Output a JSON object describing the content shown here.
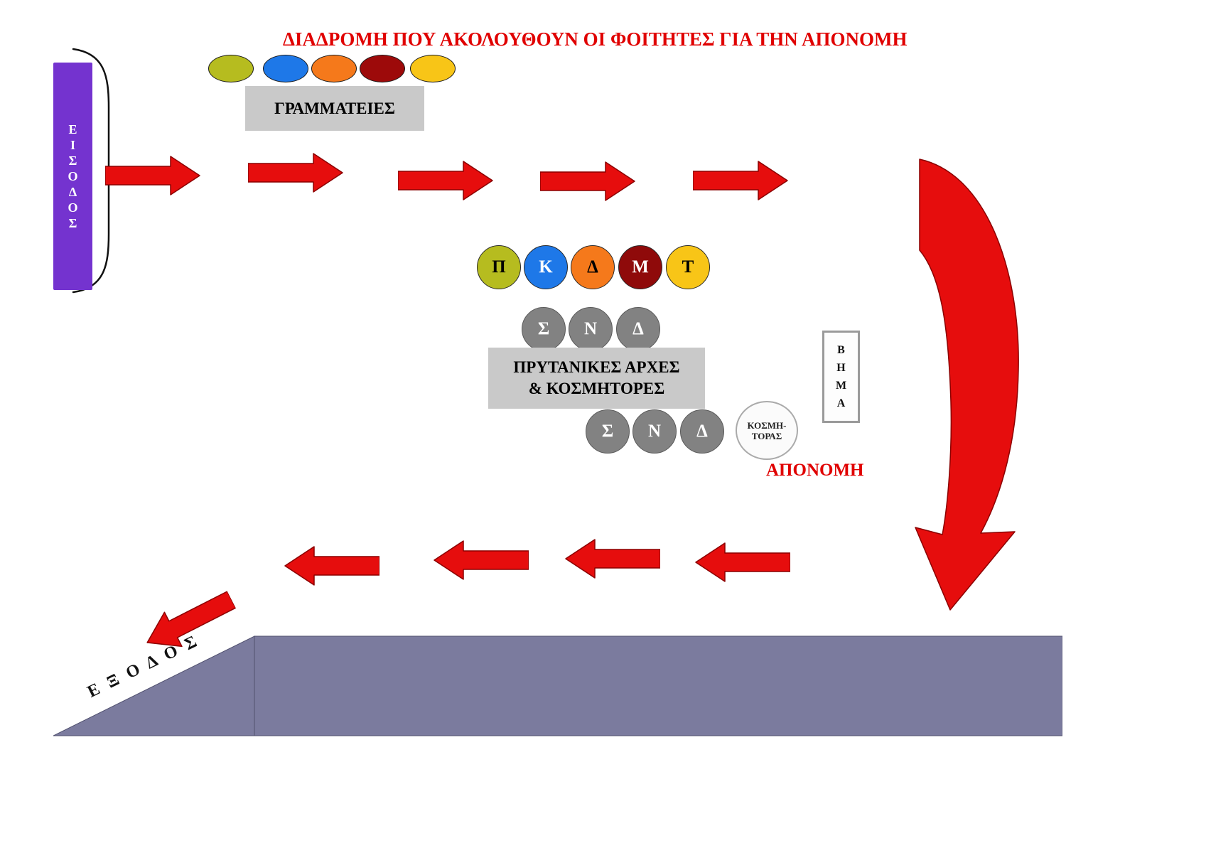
{
  "title": {
    "text": "ΔΙΑΔΡΟΜΗ ΠΟΥ ΑΚΟΛΟΥΘΟΥΝ ΟΙ ΦΟΙΤΗΤΕΣ ΓΙΑ ΤΗΝ ΑΠΟΝΟΜΗ"
  },
  "colors": {
    "arrow": "#e60d0d",
    "title": "#e00000",
    "entrance": "#7433cf",
    "stage": "#7b7b9e",
    "box": "#c9c9c9",
    "seat": "#828282",
    "olive": "#b6bc1f",
    "blue": "#1e78e8",
    "orange": "#f5791b",
    "darkred": "#9d0a0a",
    "yellow": "#f8c517"
  },
  "entrance": {
    "word": "ΕΙΣΟΔΟΣ",
    "letters": [
      "Ε",
      "Ι",
      "Σ",
      "Ο",
      "Δ",
      "Ο",
      "Σ"
    ]
  },
  "secretariats": {
    "label": "ΓΡΑΜΜΑΤΕΙΕΣ"
  },
  "top_ellipses": [
    {
      "name": "ellipse-olive",
      "color": "#b6bc1f"
    },
    {
      "name": "ellipse-blue",
      "color": "#1e78e8"
    },
    {
      "name": "ellipse-orange",
      "color": "#f5791b"
    },
    {
      "name": "ellipse-darkred",
      "color": "#9d0a0a"
    },
    {
      "name": "ellipse-yellow",
      "color": "#f8c517"
    }
  ],
  "school_circles": [
    {
      "letter": "Π",
      "color": "#b6bc1f",
      "text": "#000000"
    },
    {
      "letter": "Κ",
      "color": "#1e78e8",
      "text": "#ffffff"
    },
    {
      "letter": "Δ",
      "color": "#f5791b",
      "text": "#000000"
    },
    {
      "letter": "Μ",
      "color": "#8f0a0a",
      "text": "#ffffff"
    },
    {
      "letter": "Τ",
      "color": "#f8c517",
      "text": "#000000"
    }
  ],
  "officials_row_upper": [
    {
      "letter": "Σ"
    },
    {
      "letter": "Ν"
    },
    {
      "letter": "Δ"
    }
  ],
  "officials_box": {
    "line1": "ΠΡΥΤΑΝΙΚΕΣ ΑΡΧΕΣ",
    "line2": "& ΚΟΣΜΗΤΟΡΕΣ"
  },
  "officials_row_lower": [
    {
      "letter": "Σ"
    },
    {
      "letter": "Ν"
    },
    {
      "letter": "Δ"
    }
  ],
  "dean_circle": {
    "line1": "ΚΟΣΜΗ-",
    "line2": "ΤΟΡΑΣ"
  },
  "award_label": "ΑΠΟΝΟΜΗ",
  "podium": {
    "word": "ΒΗΜΑ",
    "letters": [
      "Β",
      "Η",
      "Μ",
      "Α"
    ]
  },
  "exit": {
    "word": "ΕΞΟΔΟΣ",
    "display": "Ε Ξ Ο Δ Ο Σ"
  }
}
